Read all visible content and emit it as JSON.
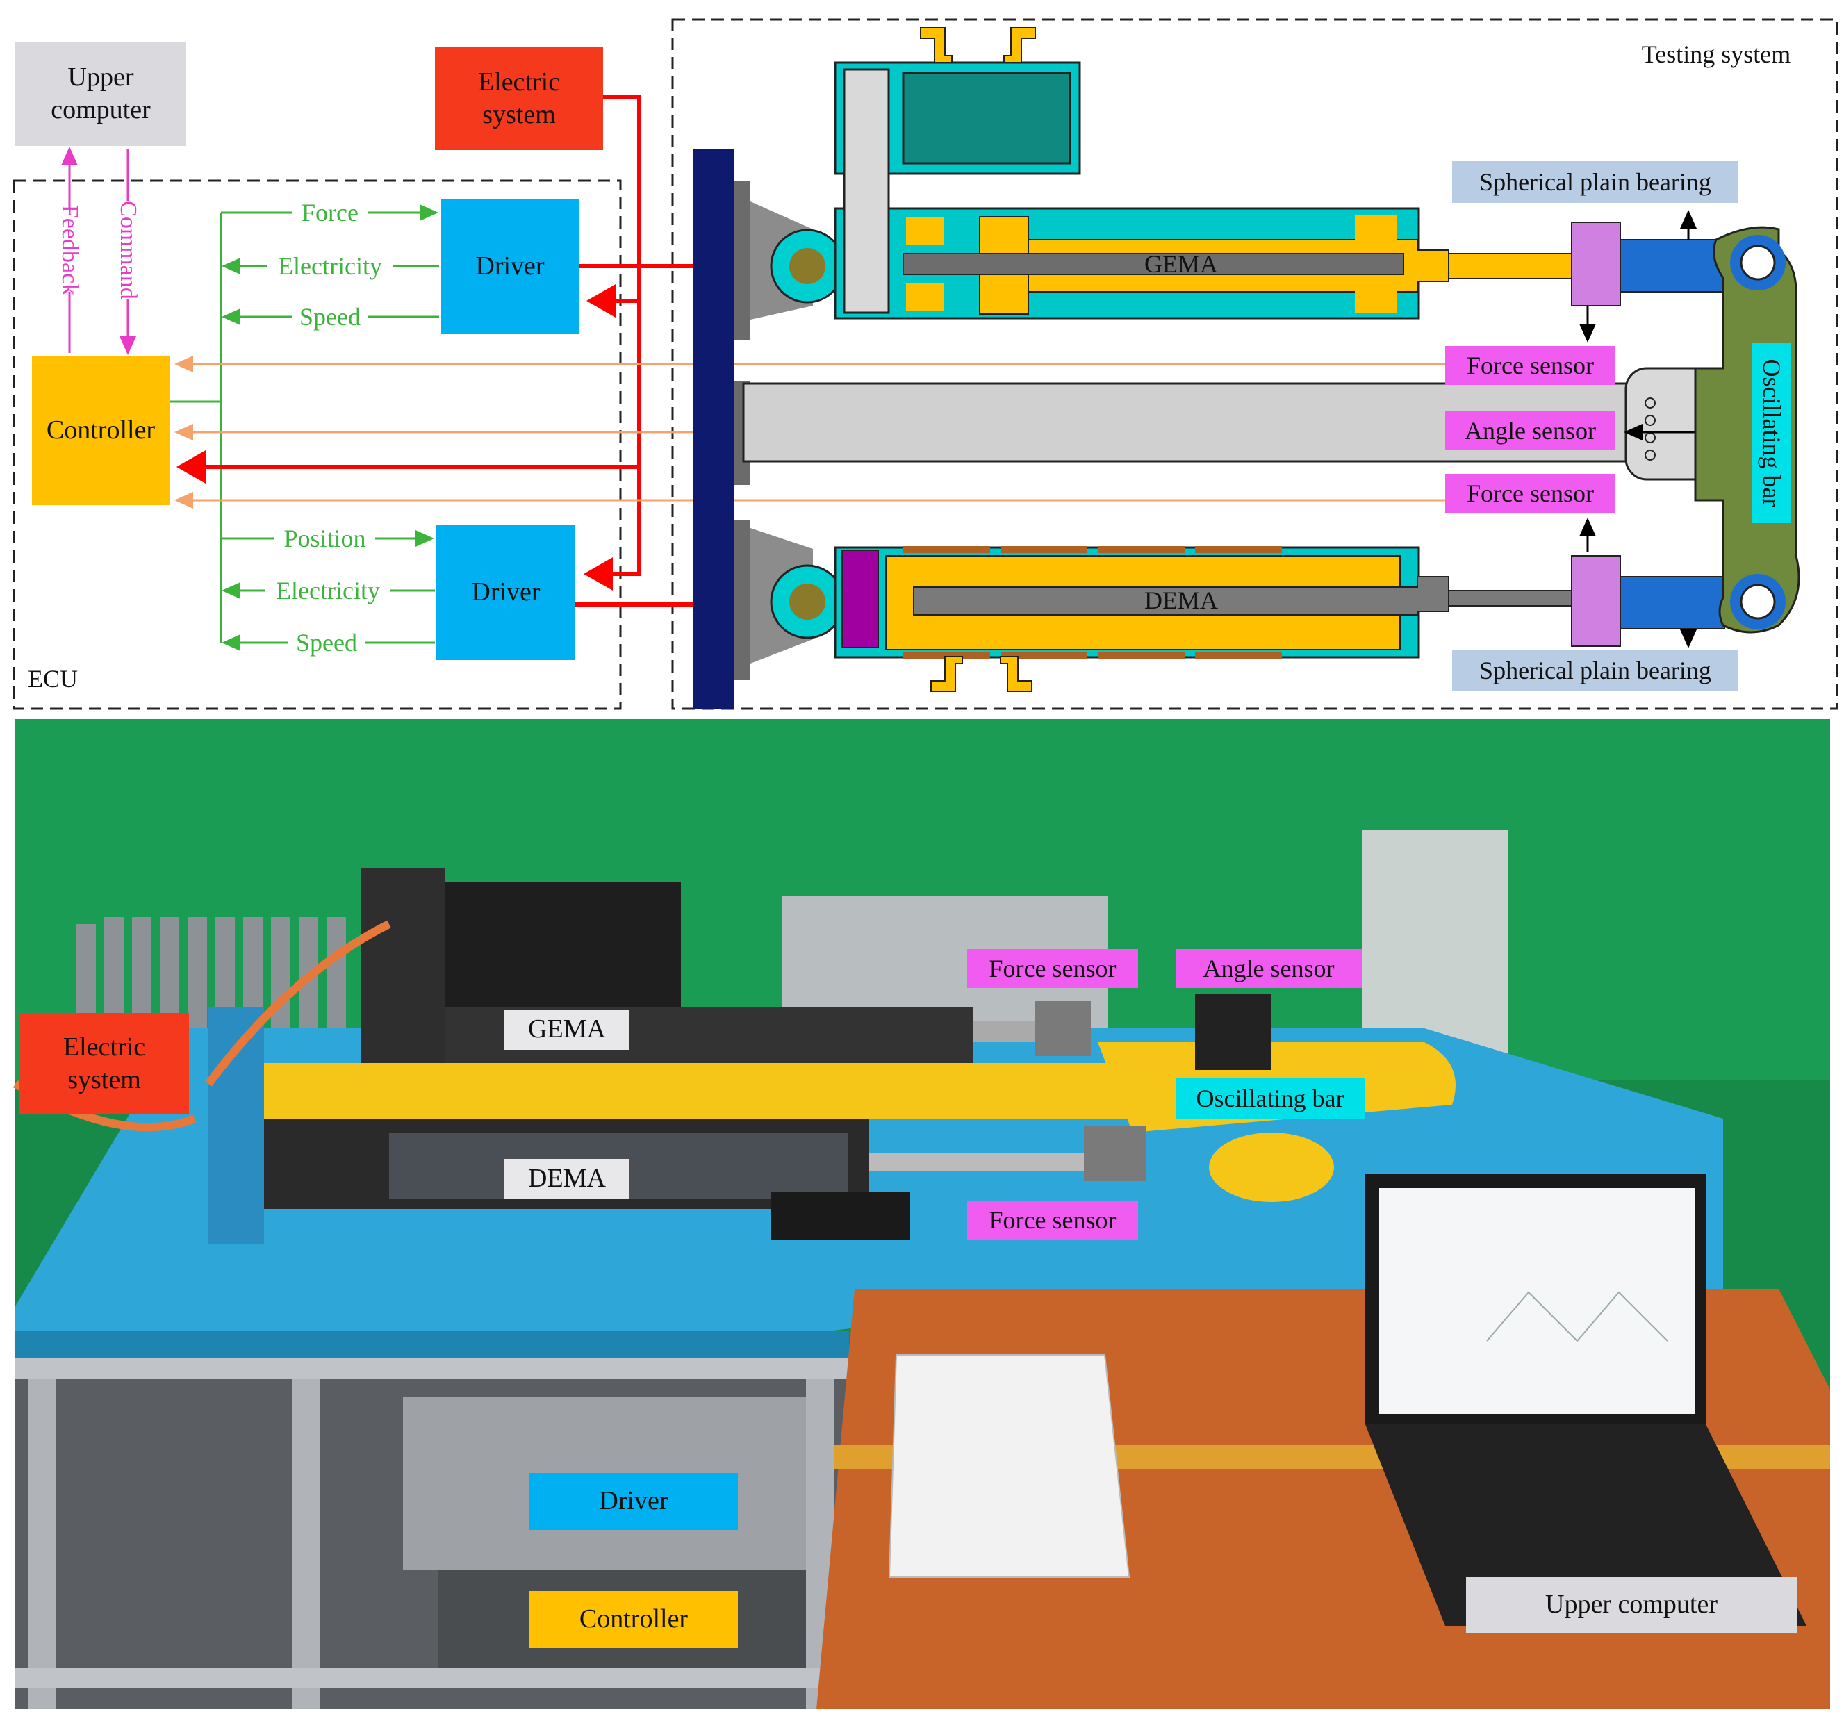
{
  "diagram": {
    "upper_computer": "Upper computer",
    "electric_system": "Electric system",
    "testing_system": "Testing system",
    "ecu": "ECU",
    "controller": "Controller",
    "driver_top": "Driver",
    "driver_bottom": "Driver",
    "feedback": "Feedback",
    "command": "Command",
    "signals_top": [
      "Force",
      "Electricity",
      "Speed"
    ],
    "signals_bottom": [
      "Position",
      "Electricity",
      "Speed"
    ],
    "gema": "GEMA",
    "dema": "DEMA",
    "spherical_bearing_top": "Spherical plain bearing",
    "spherical_bearing_bottom": "Spherical plain bearing",
    "force_sensor_top": "Force sensor",
    "angle_sensor": "Angle sensor",
    "force_sensor_bottom": "Force sensor",
    "oscillating_bar": "Oscillating bar"
  },
  "photo": {
    "electric_system": "Electric system",
    "gema": "GEMA",
    "dema": "DEMA",
    "force_sensor_top": "Force sensor",
    "angle_sensor": "Angle sensor",
    "oscillating_bar": "Oscillating bar",
    "force_sensor_bottom": "Force sensor",
    "driver": "Driver",
    "controller": "Controller",
    "upper_computer": "Upper computer"
  },
  "colors": {
    "electric": "#f5391c",
    "driver": "#00b0f0",
    "controller": "#ffc000",
    "upper_computer": "#d9d9de",
    "sensor_label": "#f05cf0",
    "bearing_label": "#b8cce4",
    "oscillating_label": "#00e0e8",
    "signal_green": "#3cb43c",
    "feedback_magenta": "#e83cc8",
    "power_red": "#ff0000",
    "sensor_orange": "#f4a36a"
  }
}
